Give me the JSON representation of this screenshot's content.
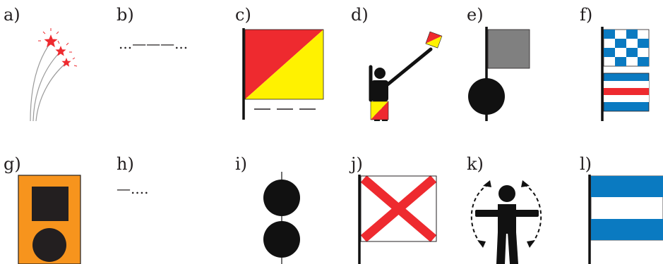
{
  "labels": [
    "a)",
    "b)",
    "c)",
    "d)",
    "e)",
    "f)",
    "g)",
    "h)",
    "i)",
    "j)",
    "k)",
    "l)"
  ],
  "morse": {
    "b": "...———...",
    "h": "—...."
  },
  "colors": {
    "red": "#ee2a2f",
    "yellow": "#fff200",
    "blue": "#0a7ac1",
    "orange": "#f7941d",
    "gray": "#808080",
    "black": "#111111"
  },
  "icons": {
    "a": "fireworks-icon",
    "c": "red-yellow-diagonal-flag-icon",
    "d": "semaphore-signaller-icon",
    "e": "flag-over-ball-icon",
    "f": "n-over-c-flags-icon",
    "g": "square-over-circle-panel-icon",
    "i": "two-balls-icon",
    "j": "red-saltire-flag-icon",
    "k": "arms-waving-person-icon",
    "l": "blue-white-stripes-flag-icon"
  }
}
